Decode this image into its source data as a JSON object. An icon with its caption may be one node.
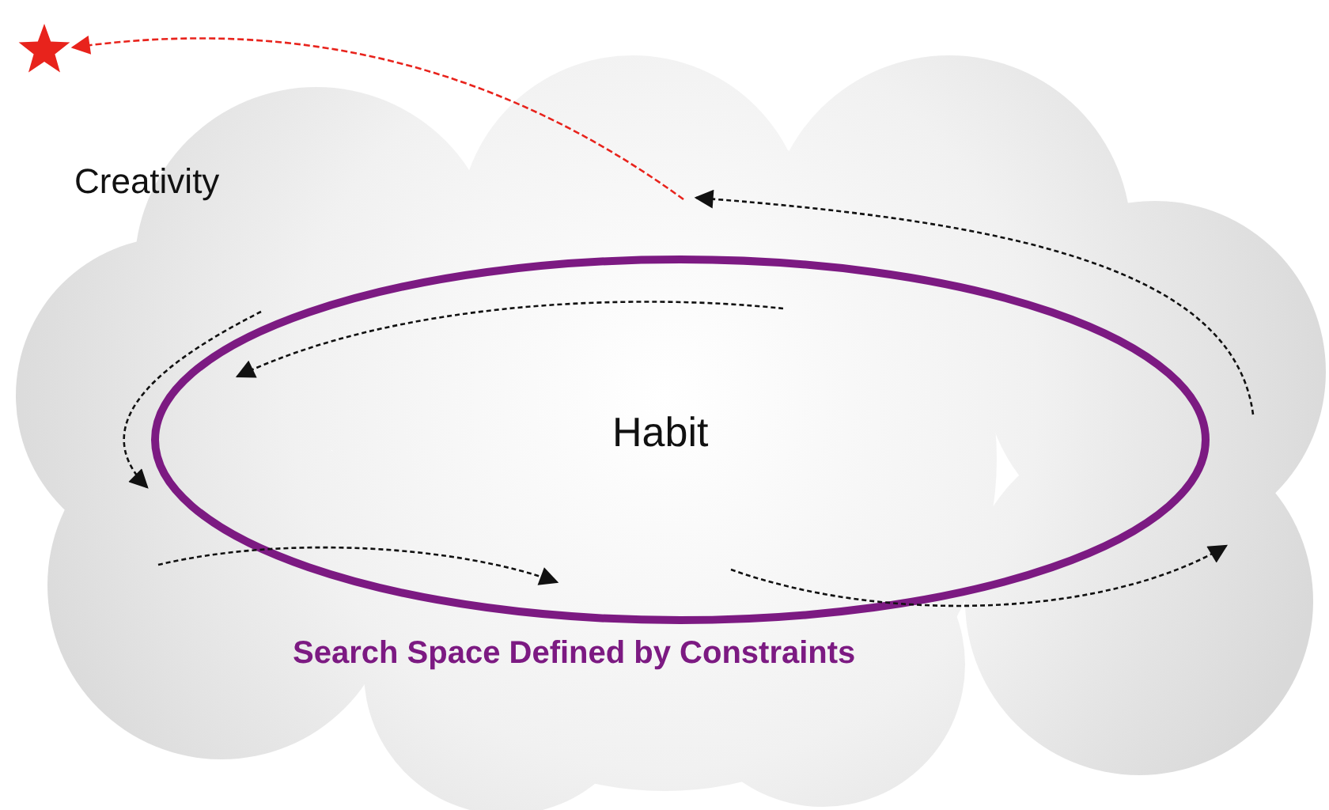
{
  "diagram": {
    "nodes": [
      {
        "text": [
          "Creativity"
        ]
      },
      {
        "text": [
          "Habit",
          "Search Space Defined by Constraints"
        ],
        "in": 0
      },
      {
        "text": [],
        "shape": "star"
      }
    ],
    "edges": [
      {
        "from": null,
        "to": 2,
        "arrow": "to",
        "style": "dashed",
        "color": "#e8231c"
      }
    ]
  }
}
